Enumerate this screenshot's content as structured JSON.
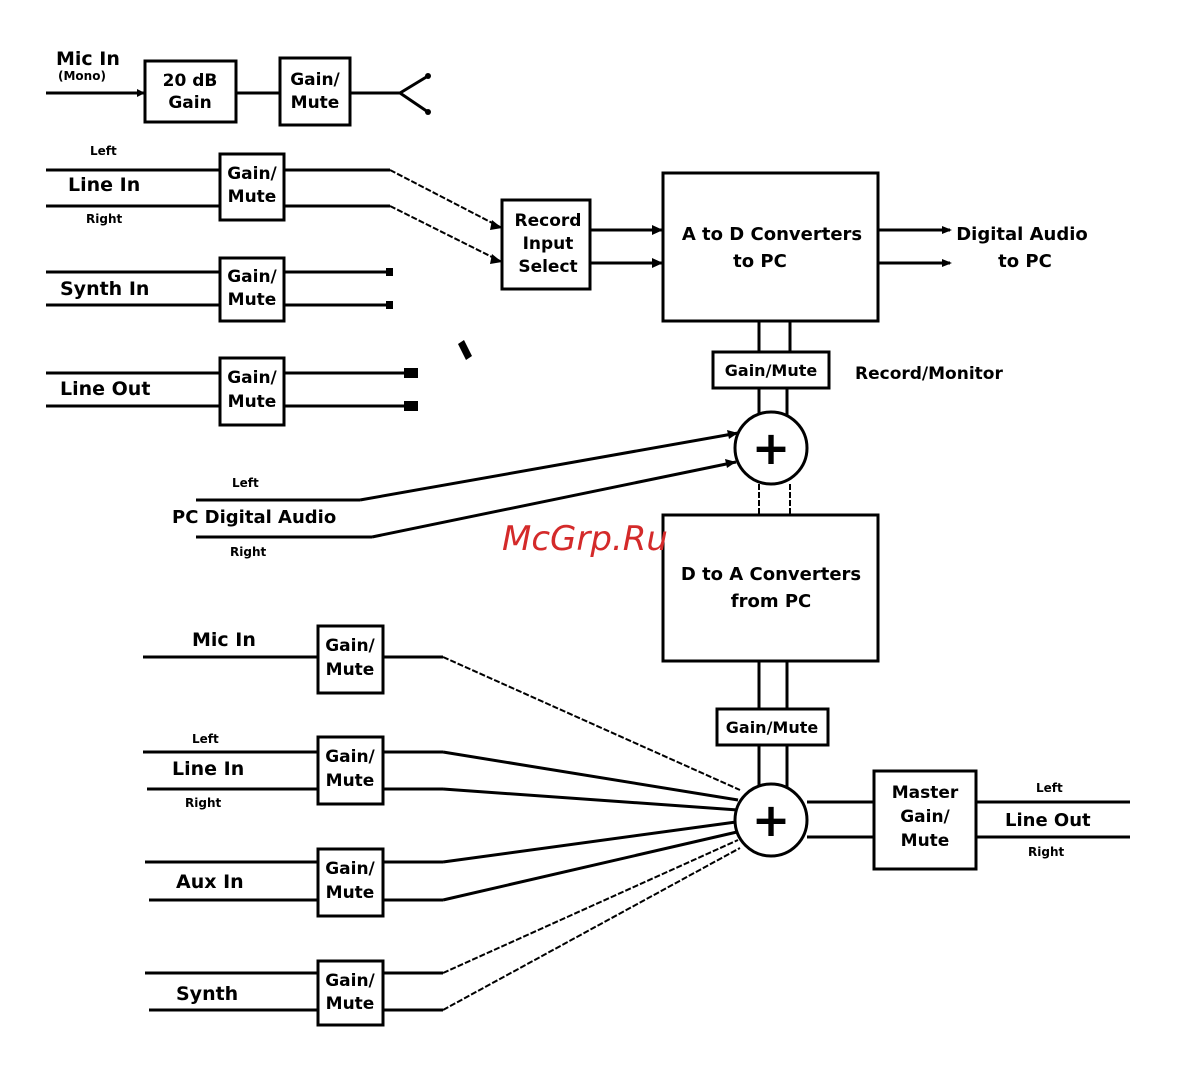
{
  "watermark": "McGrp.Ru",
  "nodes": {
    "mic_in_top": {
      "label": "Mic In",
      "sublabel": "(Mono)"
    },
    "gain_20db": {
      "line1": "20 dB",
      "line2": "Gain"
    },
    "gain_mute_1": {
      "line1": "Gain/",
      "line2": "Mute"
    },
    "line_in_top": {
      "label": "Line In",
      "left": "Left",
      "right": "Right"
    },
    "gain_mute_2": {
      "line1": "Gain/",
      "line2": "Mute"
    },
    "synth_in_top": {
      "label": "Synth In"
    },
    "gain_mute_3": {
      "line1": "Gain/",
      "line2": "Mute"
    },
    "line_out_top": {
      "label": "Line Out"
    },
    "gain_mute_4": {
      "line1": "Gain/",
      "line2": "Mute"
    },
    "record_select": {
      "line1": "Record",
      "line2": "Input",
      "line3": "Select"
    },
    "ad_converters": {
      "line1": "A to D Converters",
      "line2": "to PC"
    },
    "digital_audio_out": {
      "line1": "Digital Audio",
      "line2": "to PC"
    },
    "gain_mute_rec": {
      "label": "Gain/Mute"
    },
    "record_monitor": {
      "label": "Record/Monitor"
    },
    "mixer_top": {
      "symbol": "+"
    },
    "pc_digital_audio": {
      "label": "PC Digital Audio",
      "left": "Left",
      "right": "Right"
    },
    "da_converters": {
      "line1": "D to A Converters",
      "line2": "from PC"
    },
    "gain_mute_play": {
      "label": "Gain/Mute"
    },
    "mic_in_bottom": {
      "label": "Mic In"
    },
    "gain_mute_5": {
      "line1": "Gain/",
      "line2": "Mute"
    },
    "line_in_bottom": {
      "label": "Line In",
      "left": "Left",
      "right": "Right"
    },
    "gain_mute_6": {
      "line1": "Gain/",
      "line2": "Mute"
    },
    "aux_in": {
      "label": "Aux In"
    },
    "gain_mute_7": {
      "line1": "Gain/",
      "line2": "Mute"
    },
    "synth_bottom": {
      "label": "Synth"
    },
    "gain_mute_8": {
      "line1": "Gain/",
      "line2": "Mute"
    },
    "mixer_bottom": {
      "symbol": "+"
    },
    "master_gain": {
      "line1": "Master",
      "line2": "Gain/",
      "line3": "Mute"
    },
    "line_out_bottom": {
      "label": "Line Out",
      "left": "Left",
      "right": "Right"
    }
  }
}
